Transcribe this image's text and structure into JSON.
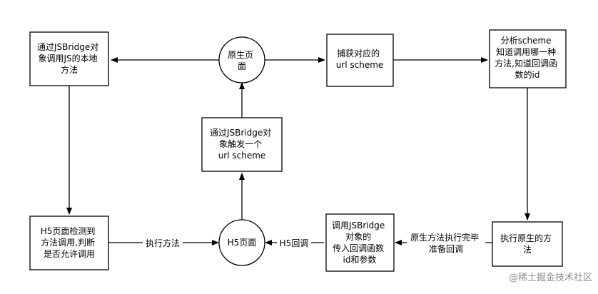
{
  "nodes": {
    "box_call_local": [
      "通过JSBridge对",
      "象调用JS的本地",
      "方法"
    ],
    "circle_native_top": [
      "原生页",
      "面"
    ],
    "box_capture_scheme": [
      "捕获对应的",
      "url scheme"
    ],
    "box_parse_scheme": [
      "分析scheme",
      "知道调用哪一种",
      "方法,知道回调函",
      "数的id"
    ],
    "box_trigger_scheme": [
      "通过JSBridge对",
      "象触发一个",
      "url scheme"
    ],
    "box_h5_check": [
      "H5页面检测到",
      "方法调用,判断",
      "是否允许调用"
    ],
    "circle_h5": [
      "H5页面"
    ],
    "box_call_jsbridge": [
      "调用JSBridge",
      "对象的",
      "传入回调函数",
      "id和参数"
    ],
    "box_exec_native": [
      "执行原生的方",
      "法"
    ]
  },
  "edges": {
    "exec_method": "执行方法",
    "h5_callback": "H5回调",
    "native_done": [
      "原生方法执行完毕",
      "准备回调"
    ]
  },
  "watermark": "@稀土掘金技术社区"
}
